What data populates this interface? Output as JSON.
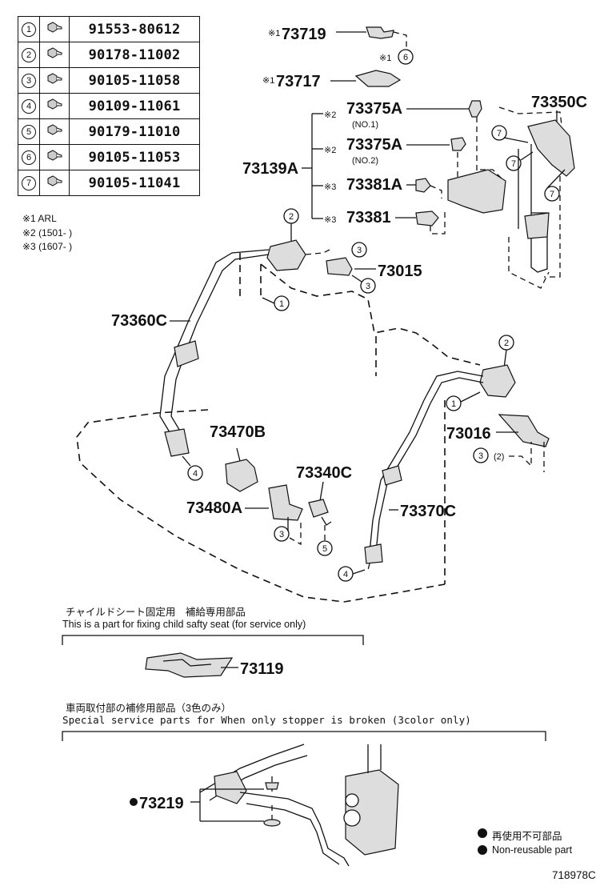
{
  "parts_table": [
    {
      "ref": "1",
      "part_no": "91553-80612"
    },
    {
      "ref": "2",
      "part_no": "90178-11002"
    },
    {
      "ref": "3",
      "part_no": "90105-11058"
    },
    {
      "ref": "4",
      "part_no": "90109-11061"
    },
    {
      "ref": "5",
      "part_no": "90179-11010"
    },
    {
      "ref": "6",
      "part_no": "90105-11053"
    },
    {
      "ref": "7",
      "part_no": "90105-11041"
    }
  ],
  "notes": {
    "n1": "※1 ARL",
    "n2": "※2 (1501-        )",
    "n3": "※3 (1607-        )"
  },
  "labels": {
    "p73719": "73719",
    "p73717": "73717",
    "p73375A_1": "73375A",
    "p73375A_1_sub": "(NO.1)",
    "p73375A_2": "73375A",
    "p73375A_2_sub": "(NO.2)",
    "p73139A": "73139A",
    "p73381A": "73381A",
    "p73381": "73381",
    "p73350C": "73350C",
    "p73015": "73015",
    "p73360C": "73360C",
    "p73470B": "73470B",
    "p73340C": "73340C",
    "p73480A": "73480A",
    "p73016": "73016",
    "p73370C": "73370C",
    "p73119": "73119",
    "p73219": "73219",
    "mark1": "※1",
    "mark2": "※2",
    "mark3": "※3",
    "ref_3_2": "(2)"
  },
  "child_seat": {
    "jp": "チャイルドシート固定用　補給専用部品",
    "en": "This is a part for fixing child safty seat (for service only)"
  },
  "special": {
    "jp": "車両取付部の補修用部品（3色のみ）",
    "en": "Special  service  parts  for  When  only  stopper  is  broken  (3color  only)"
  },
  "legend": {
    "jp": "再使用不可部品",
    "en": "Non-reusable part"
  },
  "diagram_id": "718978C"
}
